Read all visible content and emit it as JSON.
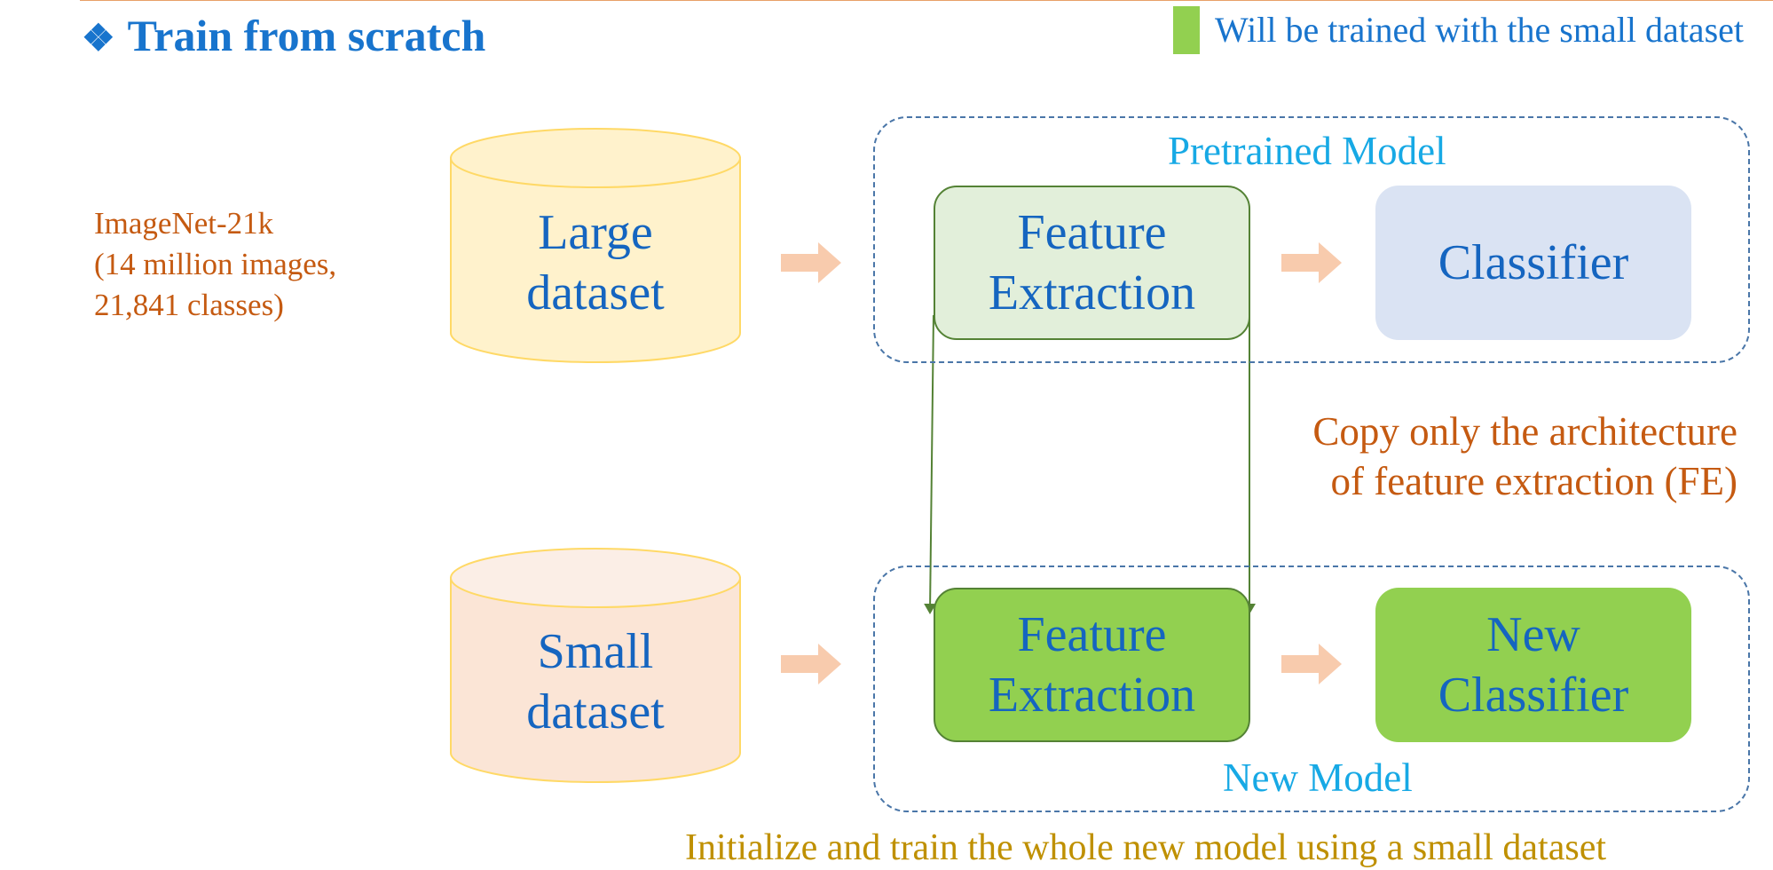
{
  "title": {
    "icon": "diamond-bullet",
    "text": "Train from scratch"
  },
  "legend": {
    "swatch_color": "#92d050",
    "text": "Will be trained with the small dataset"
  },
  "imagenet_note": {
    "lines": [
      "ImageNet-21k",
      "(14 million images,",
      "21,841 classes)"
    ]
  },
  "datasets": {
    "large": {
      "lines": [
        "Large",
        "dataset"
      ],
      "color": "#fff2cc"
    },
    "small": {
      "lines": [
        "Small",
        "dataset"
      ],
      "color": "#fbe5d6"
    }
  },
  "pretrained_model": {
    "label": "Pretrained Model",
    "feature_extraction": [
      "Feature",
      "Extraction"
    ],
    "classifier": [
      "Classifier"
    ]
  },
  "new_model": {
    "label": "New Model",
    "feature_extraction": [
      "Feature",
      "Extraction"
    ],
    "classifier": [
      "New",
      "Classifier"
    ]
  },
  "copy_note": {
    "lines": [
      "Copy only the  architecture",
      "of feature extraction (FE)"
    ]
  },
  "bottom_note": "Initialize and train the whole new model using a small dataset",
  "colors": {
    "accent_blue": "#1874cd",
    "annotation_orange": "#c55a11",
    "group_label_cyan": "#17a9e5",
    "trained_green": "#92d050",
    "connector_green": "#548235",
    "arrow_peach": "#f8cbad"
  }
}
